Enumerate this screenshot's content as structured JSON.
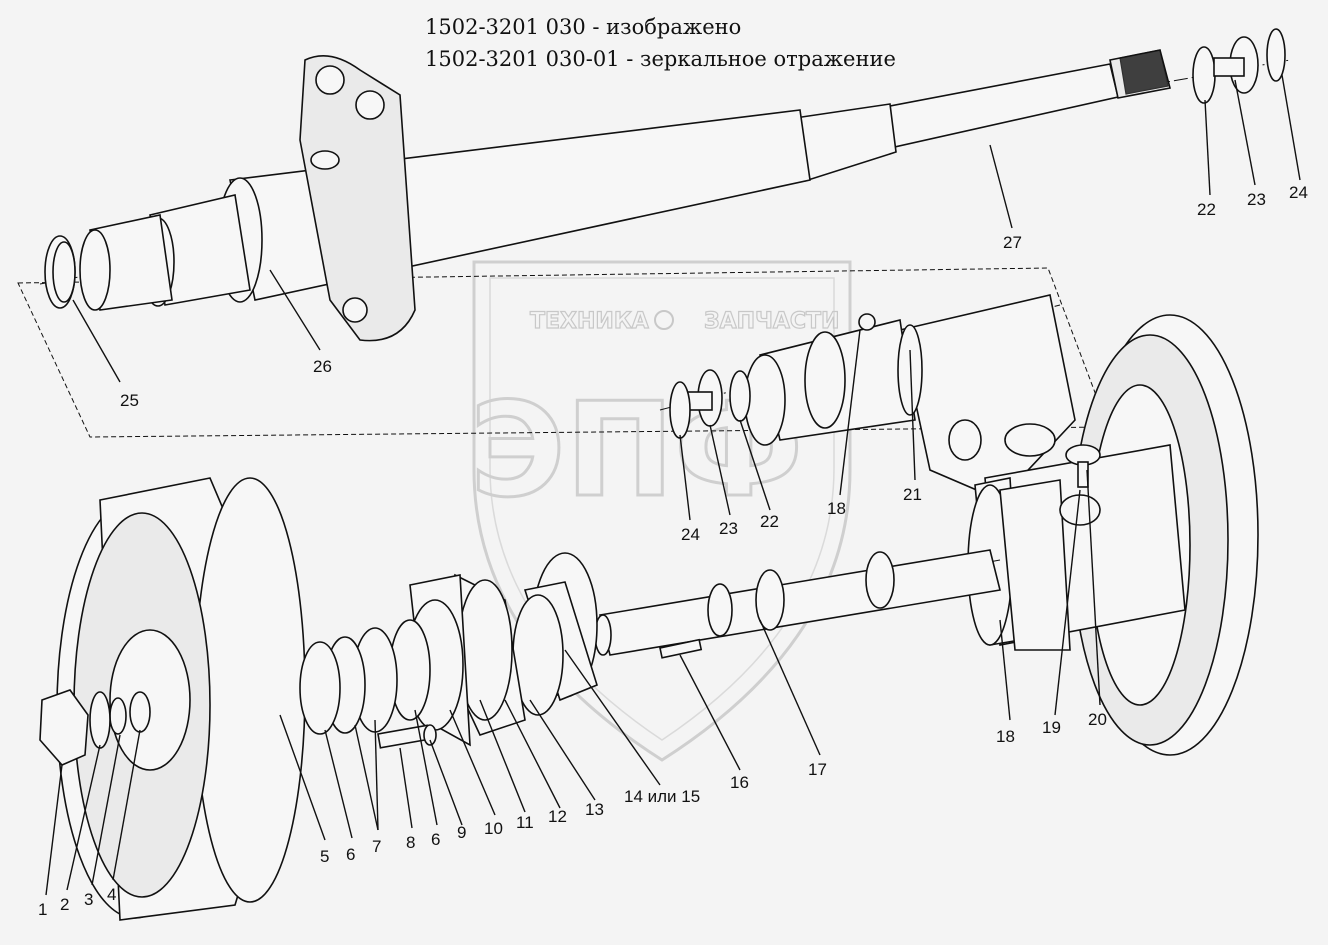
{
  "title_lines": [
    "1502-3201 030 - изображено",
    "1502-3201 030-01 - зеркальное отражение"
  ],
  "watermark": {
    "top_left": "ТЕХНИКА",
    "top_right": "ЗАПЧАСТИ",
    "logo_letters": "ЭПФ"
  },
  "callouts": {
    "c1": "1",
    "c2": "2",
    "c3": "3",
    "c4": "4",
    "c5": "5",
    "c6a": "6",
    "c6b": "6",
    "c7": "7",
    "c8": "8",
    "c9": "9",
    "c10": "10",
    "c11": "11",
    "c12": "12",
    "c13": "13",
    "c14": "14 или 15",
    "c16": "16",
    "c17": "17",
    "c18a": "18",
    "c18b": "18",
    "c19": "19",
    "c20": "20",
    "c21": "21",
    "c22a": "22",
    "c22b": "22",
    "c23a": "23",
    "c23b": "23",
    "c24a": "24",
    "c24b": "24",
    "c25": "25",
    "c26": "26",
    "c27": "27"
  }
}
